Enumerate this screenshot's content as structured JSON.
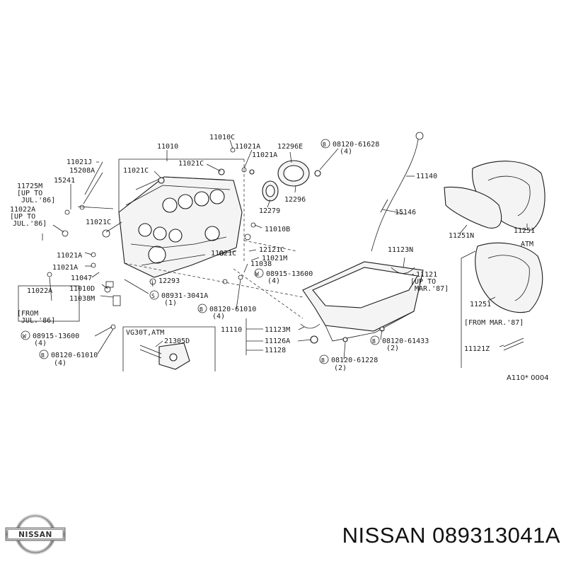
{
  "labels": {
    "l11010": "11010",
    "l11010C": "11010C",
    "l11021J": "11021J",
    "l15208A": "15208A",
    "l11021C_a": "11021C",
    "l11021C_b": "11021C",
    "l11021A_a": "11021A",
    "l11021A_b": "11021A",
    "l12296E": "12296E",
    "l08120_61628": "08120-61628",
    "l61628_qty": "(4)",
    "l15241": "15241",
    "l11725M": "11725M",
    "l11725M_up": "[UP TO",
    "l11725M_jul": "JUL.'86]",
    "l11022A_a": "11022A",
    "l11022A_up": "[UP TO",
    "l11022A_jul": "JUL.'86]",
    "l12296": "12296",
    "l12279": "12279",
    "l11140": "11140",
    "l15146": "15146",
    "l11021C_c": "11021C",
    "l11010B": "11010B",
    "l11021A_c": "11021A",
    "l11021A_d": "11021A",
    "l11047": "11047",
    "l11021C_d": "11021C",
    "l12121C": "12121C",
    "l11021M": "11021M",
    "l11038_a": "11038",
    "l08915_a": "08915-13600",
    "l08915_a_qty": "(4)",
    "l11022A_b": "11022A",
    "l11010D": "11010D",
    "l11038M": "11038M",
    "l12293": "12293",
    "l08931": "08931-3041A",
    "l08931_qty": "(1)",
    "l08120_61010_a": "08120-61010",
    "l61010_a_qty": "(4)",
    "l11022A_from": "[FROM",
    "l11022A_from_jul": "JUL.'86]",
    "l08915_b": "08915-13600",
    "l08915_b_qty": "(4)",
    "l08120_61010_b": "08120-61010",
    "l61010_b_qty": "(4)",
    "l11123N": "11123N",
    "l11121": "11121",
    "l11121_up": "[UP TO",
    "l11121_mar": "MAR.'87]",
    "l11110": "11110",
    "l11123M": "11123M",
    "l11126A": "11126A",
    "l11128": "11128",
    "l08120_61433": "08120-61433",
    "l61433_qty": "(2)",
    "l08120_61228": "08120-61228",
    "l61228_qty": "(2)",
    "l11251N": "11251N",
    "l11251_a": "11251",
    "l_atm": "ATM",
    "l11251_b": "11251",
    "l_from_mar87": "[FROM MAR.'87]",
    "l11121Z": "11121Z",
    "l_a110": "A110* 0004",
    "l_vg30": "VG30T,ATM",
    "l21305D": "21305D"
  },
  "callout_marks": {
    "bolt_prefix": "B",
    "washer_prefix": "W",
    "screw_prefix": "S"
  },
  "brand": {
    "logo_text": "NISSAN",
    "title": "NISSAN 089313041A"
  }
}
